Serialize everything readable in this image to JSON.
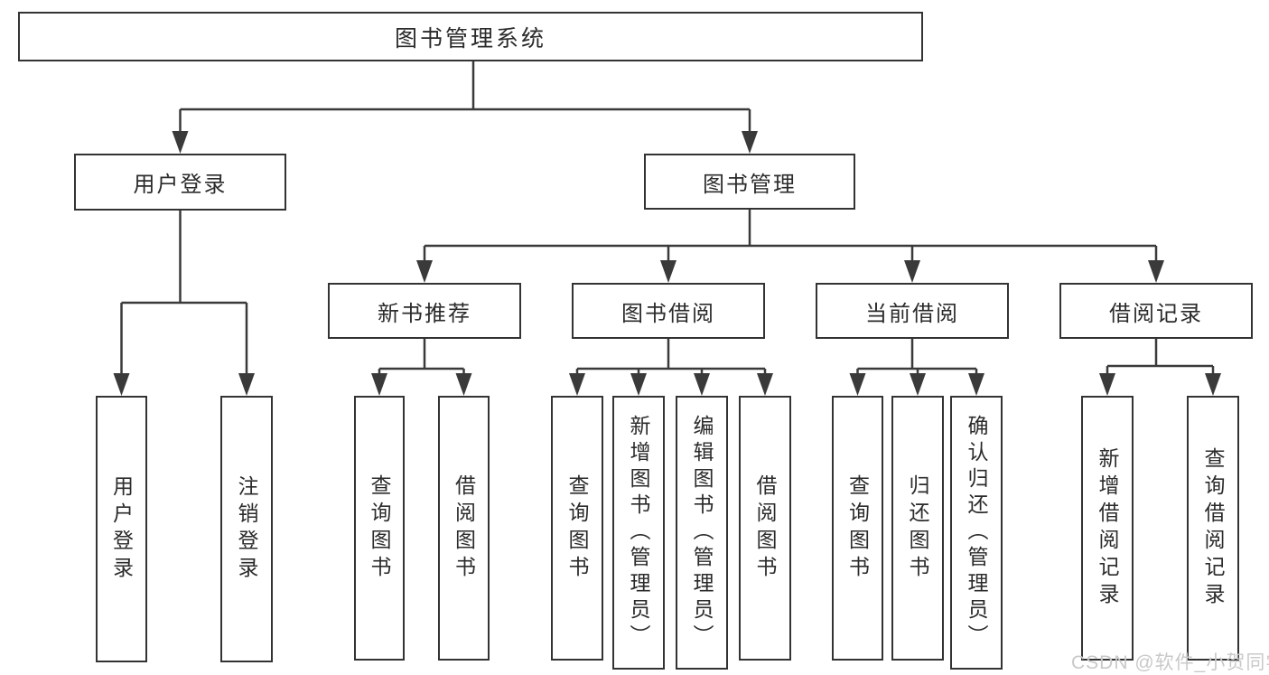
{
  "diagram": {
    "title": "图书管理系统",
    "level2": [
      {
        "label": "用户登录",
        "parent": "图书管理系统"
      },
      {
        "label": "图书管理",
        "parent": "图书管理系统"
      }
    ],
    "level3": [
      {
        "label": "新书推荐",
        "parent": "图书管理"
      },
      {
        "label": "图书借阅",
        "parent": "图书管理"
      },
      {
        "label": "当前借阅",
        "parent": "图书管理"
      },
      {
        "label": "借阅记录",
        "parent": "图书管理"
      }
    ],
    "leaves": [
      {
        "label": "用户登录",
        "parent": "用户登录"
      },
      {
        "label": "注销登录",
        "parent": "用户登录"
      },
      {
        "label": "查询图书",
        "parent": "新书推荐"
      },
      {
        "label": "借阅图书",
        "parent": "新书推荐"
      },
      {
        "label": "查询图书",
        "parent": "图书借阅"
      },
      {
        "label": "新增图书（管理员）",
        "parent": "图书借阅"
      },
      {
        "label": "编辑图书（管理员）",
        "parent": "图书借阅"
      },
      {
        "label": "借阅图书",
        "parent": "图书借阅"
      },
      {
        "label": "查询图书",
        "parent": "当前借阅"
      },
      {
        "label": "归还图书",
        "parent": "当前借阅"
      },
      {
        "label": "确认归还（管理员）",
        "parent": "当前借阅"
      },
      {
        "label": "新增借阅记录",
        "parent": "借阅记录"
      },
      {
        "label": "查询借阅记录",
        "parent": "借阅记录"
      }
    ]
  },
  "watermark": {
    "text": "CSDN @软件_小贺同学"
  },
  "colors": {
    "background": "#ffffff",
    "border": "#333333",
    "line": "#3a3a3a",
    "text": "#2b2b2b",
    "watermark": "#c9c9c9"
  }
}
